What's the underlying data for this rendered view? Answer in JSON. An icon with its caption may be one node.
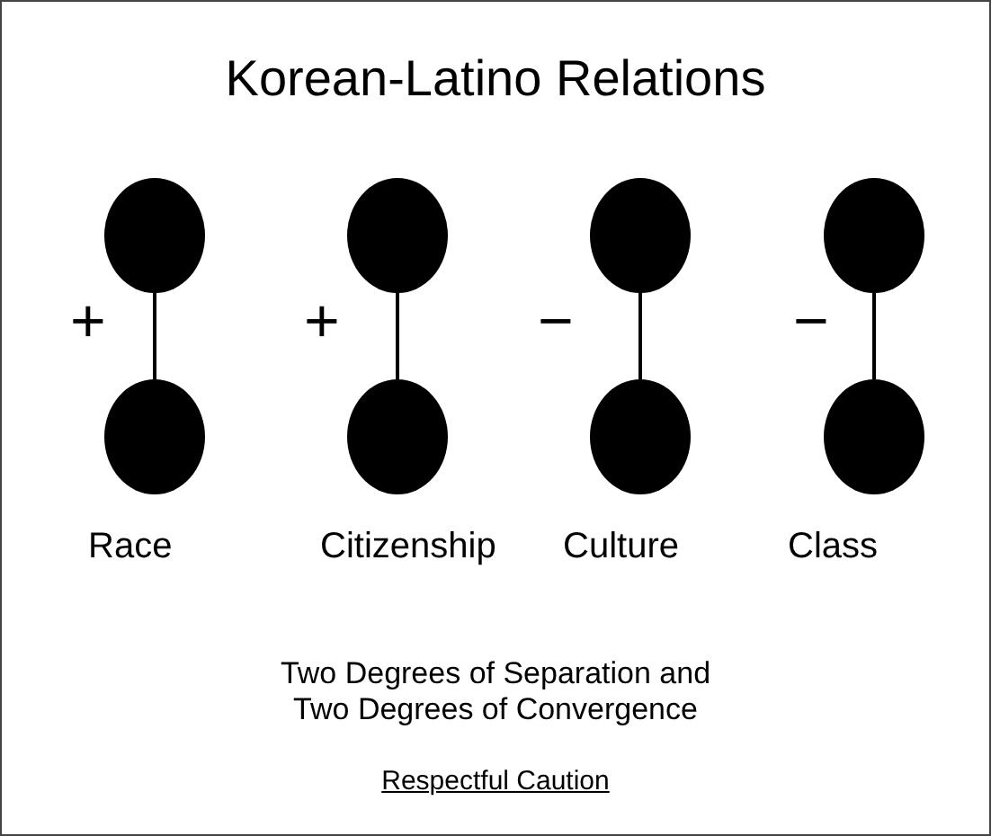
{
  "diagram": {
    "title": "Korean-Latino Relations",
    "nodes": [
      {
        "text": [],
        "shape": "circle"
      },
      {
        "text": [],
        "shape": "circle"
      },
      {
        "text": [],
        "shape": "circle"
      },
      {
        "text": [],
        "shape": "circle"
      },
      {
        "text": [],
        "shape": "circle",
        "beside": [
          "Race"
        ]
      },
      {
        "text": [],
        "shape": "circle",
        "beside": [
          "Citizenship"
        ]
      },
      {
        "text": [],
        "shape": "circle",
        "beside": [
          "Culture"
        ]
      },
      {
        "text": [],
        "shape": "circle",
        "beside": [
          "Class"
        ]
      }
    ],
    "edges": [
      {
        "from": 0,
        "to": 4,
        "arrow": "none"
      },
      {
        "from": 1,
        "to": 5,
        "arrow": "none"
      },
      {
        "from": 2,
        "to": 6,
        "arrow": "none"
      },
      {
        "from": 3,
        "to": 7,
        "arrow": "none"
      }
    ],
    "labels": [
      "+",
      "+",
      "−",
      "−",
      "Two Degrees of Separation and Two Degrees of Convergence",
      "Respectful Caution"
    ]
  }
}
